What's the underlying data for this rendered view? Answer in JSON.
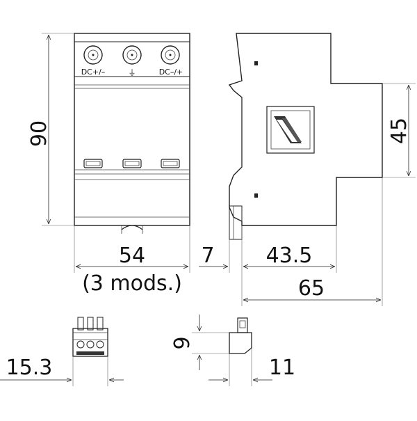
{
  "drawing": {
    "terminal_labels": [
      "DC+/–",
      "⏚",
      "DC–/+"
    ],
    "dimensions": {
      "height_front": "90",
      "width_front": "54",
      "width_front_note": "(3 mods.)",
      "rail_offset": "7",
      "depth_middle": "43.5",
      "depth_total": "65",
      "height_step": "45",
      "plug_width": "15.3",
      "plug_height": "9",
      "plug_depth": "11"
    },
    "colors": {
      "outline": "#222222",
      "extension_line": "#666666",
      "background": "#ffffff"
    }
  }
}
